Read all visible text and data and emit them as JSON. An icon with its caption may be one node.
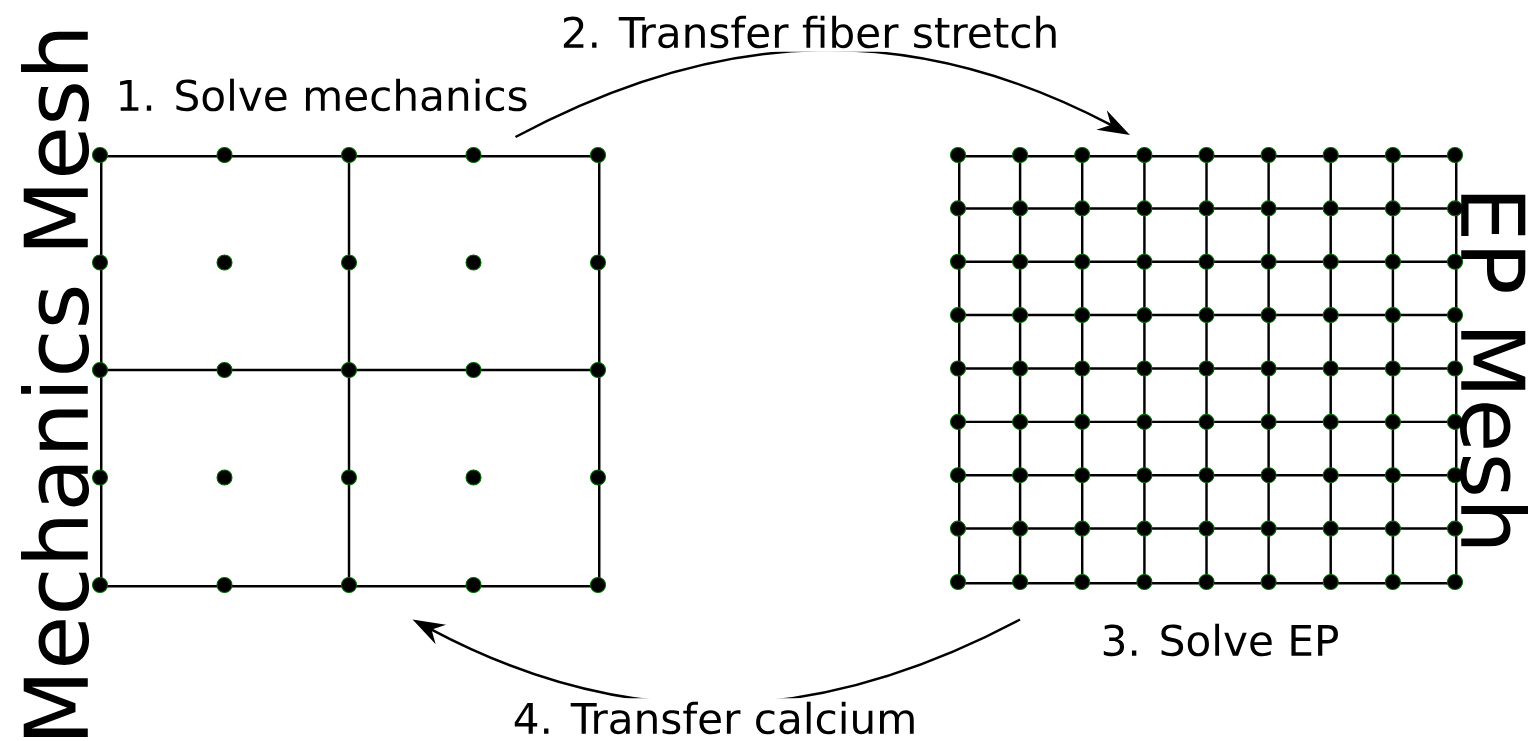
{
  "diagram": {
    "nodes": [
      {
        "text": [
          "Mechanics Mesh"
        ],
        "beside": [
          "1. Solve mechanics"
        ]
      },
      {
        "text": [
          "EP Mesh"
        ],
        "beside": [
          "3. Solve EP"
        ]
      }
    ],
    "edges": [
      {
        "from": 0,
        "to": 1,
        "arrow": "to",
        "label": "2. Transfer fiber stretch"
      },
      {
        "from": 1,
        "to": 0,
        "arrow": "to",
        "label": "4. Transfer calcium"
      }
    ]
  }
}
